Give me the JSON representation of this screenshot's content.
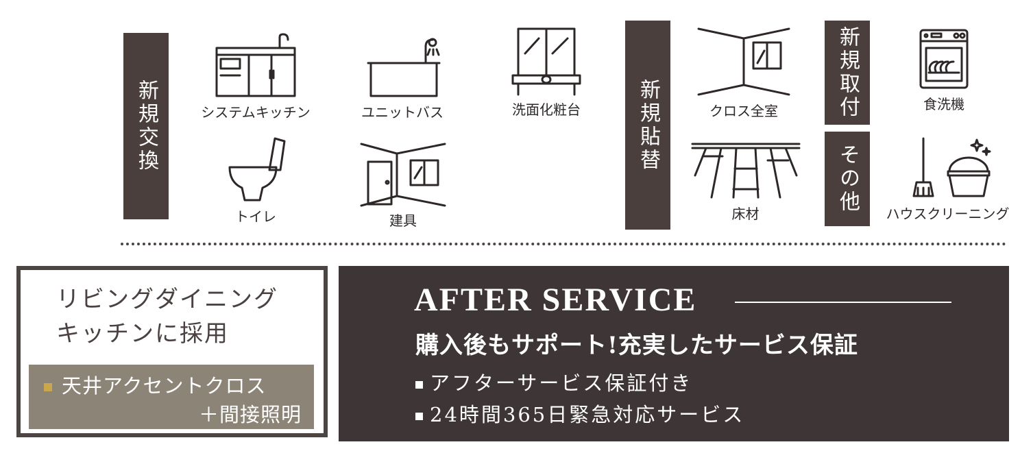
{
  "categories": {
    "new_exchange": "新規交換",
    "new_repaper": "新規貼替",
    "new_install": "新規取付",
    "other": "その他"
  },
  "items": {
    "system_kitchen": "システムキッチン",
    "unit_bath": "ユニットバス",
    "washbasin": "洗面化粧台",
    "toilet": "トイレ",
    "fittings": "建具",
    "cloth_all_rooms": "クロス全室",
    "flooring": "床材",
    "dishwasher": "食洗機",
    "house_cleaning": "ハウスクリーニング"
  },
  "living": {
    "title_line1": "リビングダイニング",
    "title_line2": "キッチンに採用",
    "feature_line1": "天井アクセントクロス",
    "feature_line2": "＋間接照明"
  },
  "after_service": {
    "title": "AFTER SERVICE",
    "subtitle": "購入後もサポート!充実したサービス保証",
    "bullets": [
      "アフターサービス保証付き",
      "24時間365日緊急対応サービス"
    ]
  },
  "colors": {
    "dark": "#4a3f3c",
    "panel": "#8d8478",
    "accent_gold": "#c8a74d"
  }
}
